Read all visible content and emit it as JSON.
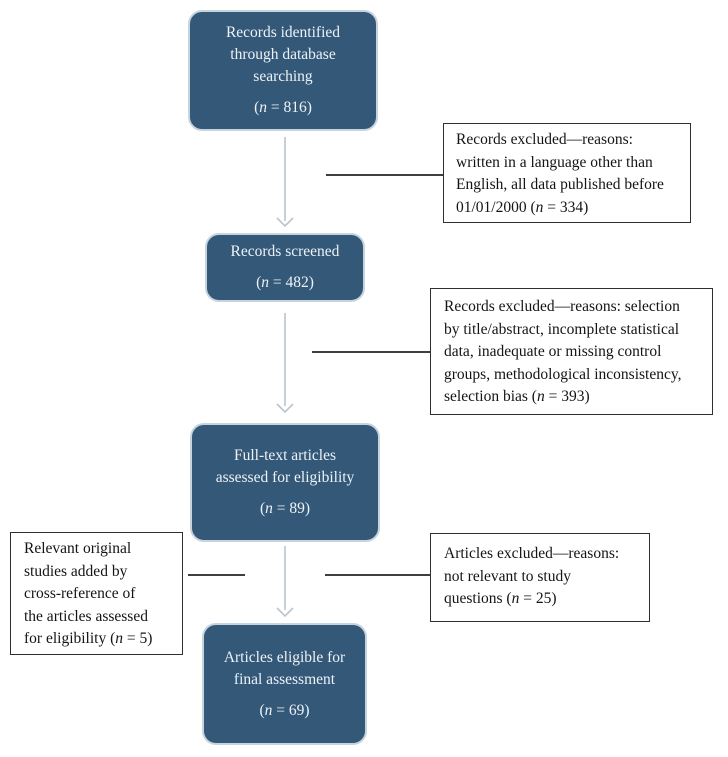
{
  "flow": {
    "identified": {
      "label": "Records identified\nthrough database\nsearching",
      "count": "(n = 816)"
    },
    "screened": {
      "label": "Records screened",
      "count": "(n = 482)"
    },
    "fulltext": {
      "label": "Full-text articles\nassessed for eligibility",
      "count": "(n = 89)"
    },
    "eligible": {
      "label": "Articles eligible for\nfinal assessment",
      "count": "(n = 69)"
    },
    "excluded1": {
      "text": "Records excluded—reasons:\nwritten in a language other than\nEnglish, all data published before\n01/01/2000 (n = 334)"
    },
    "excluded2": {
      "text": "Records excluded—reasons: selection\nby title/abstract, incomplete statistical\ndata, inadequate or missing control\ngroups, methodological inconsistency,\nselection bias (n = 393)"
    },
    "crossref": {
      "text": "Relevant original\nstudies added by\ncross-reference of\nthe articles assessed\nfor eligibility (n = 5)"
    },
    "excluded3": {
      "text": "Articles excluded—reasons:\nnot relevant to study\nquestions (n = 25)"
    },
    "colors": {
      "node_fill": "#345878",
      "node_border": "#c6d4e0",
      "node_text": "#edf2f7",
      "arrow": "#b9c5cf",
      "connector": "#3f3f3f",
      "note_border": "#2f2f2f",
      "note_text": "#141414",
      "background": "#ffffff"
    }
  }
}
